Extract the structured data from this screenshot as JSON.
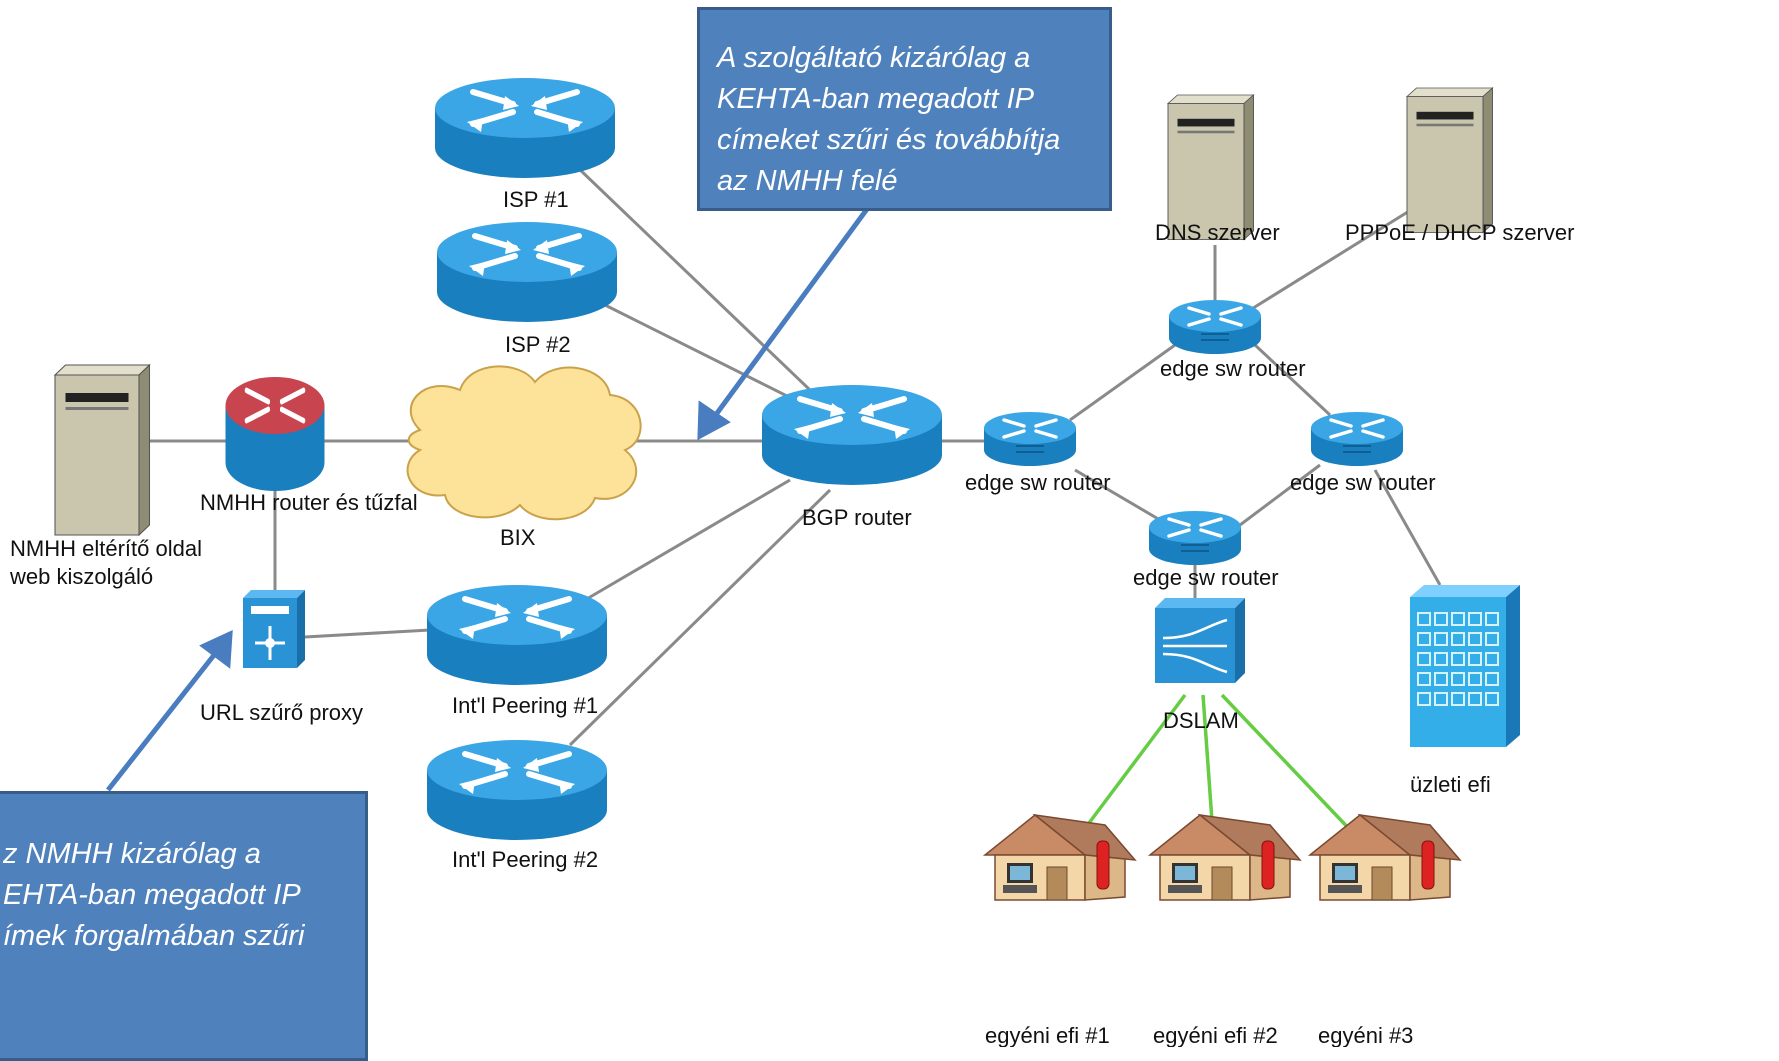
{
  "callouts": {
    "top": {
      "lines": [
        "A szolgáltató kizárólag a",
        "KEHTA-ban megadott IP",
        "címeket szűri és továbbítja",
        "az NMHH felé"
      ]
    },
    "bottom": {
      "lines": [
        "z NMHH kizárólag a",
        "EHTA-ban megadott IP",
        "ímek forgalmában szűri"
      ]
    }
  },
  "labels": {
    "isp1": "ISP #1",
    "isp2": "ISP #2",
    "bix": "BIX",
    "bgp": "BGP router",
    "nmhh_router": "NMHH router és tűzfal",
    "nmhh_server_1": "NMHH eltérítő oldal",
    "nmhh_server_2": "web kiszolgáló",
    "url_proxy": "URL szűrő proxy",
    "peering1": "Int'l Peering #1",
    "peering2": "Int'l Peering #2",
    "dns": "DNS szerver",
    "pppoe": "PPPoE / DHCP szerver",
    "edge_top": "edge sw router",
    "edge_left": "edge sw router",
    "edge_right": "edge sw router",
    "edge_bottom": "edge sw router",
    "dslam": "DSLAM",
    "business": "üzleti efi",
    "home1": "egyéni efi #1",
    "home2": "egyéni efi #2",
    "home3": "egyéni #3"
  },
  "colors": {
    "router_blue": "#1f8fd0",
    "router_blue_top": "#3aa6e6",
    "firewall_red": "#c8444e",
    "link_gray": "#8a8a8a",
    "dsl_green": "#66cc44",
    "callout_fill": "#4f81bd",
    "callout_border": "#385d8a",
    "arrow_blue": "#4a7cc0",
    "cloud_fill": "#fde39a",
    "server_fill": "#c9c6ad"
  }
}
